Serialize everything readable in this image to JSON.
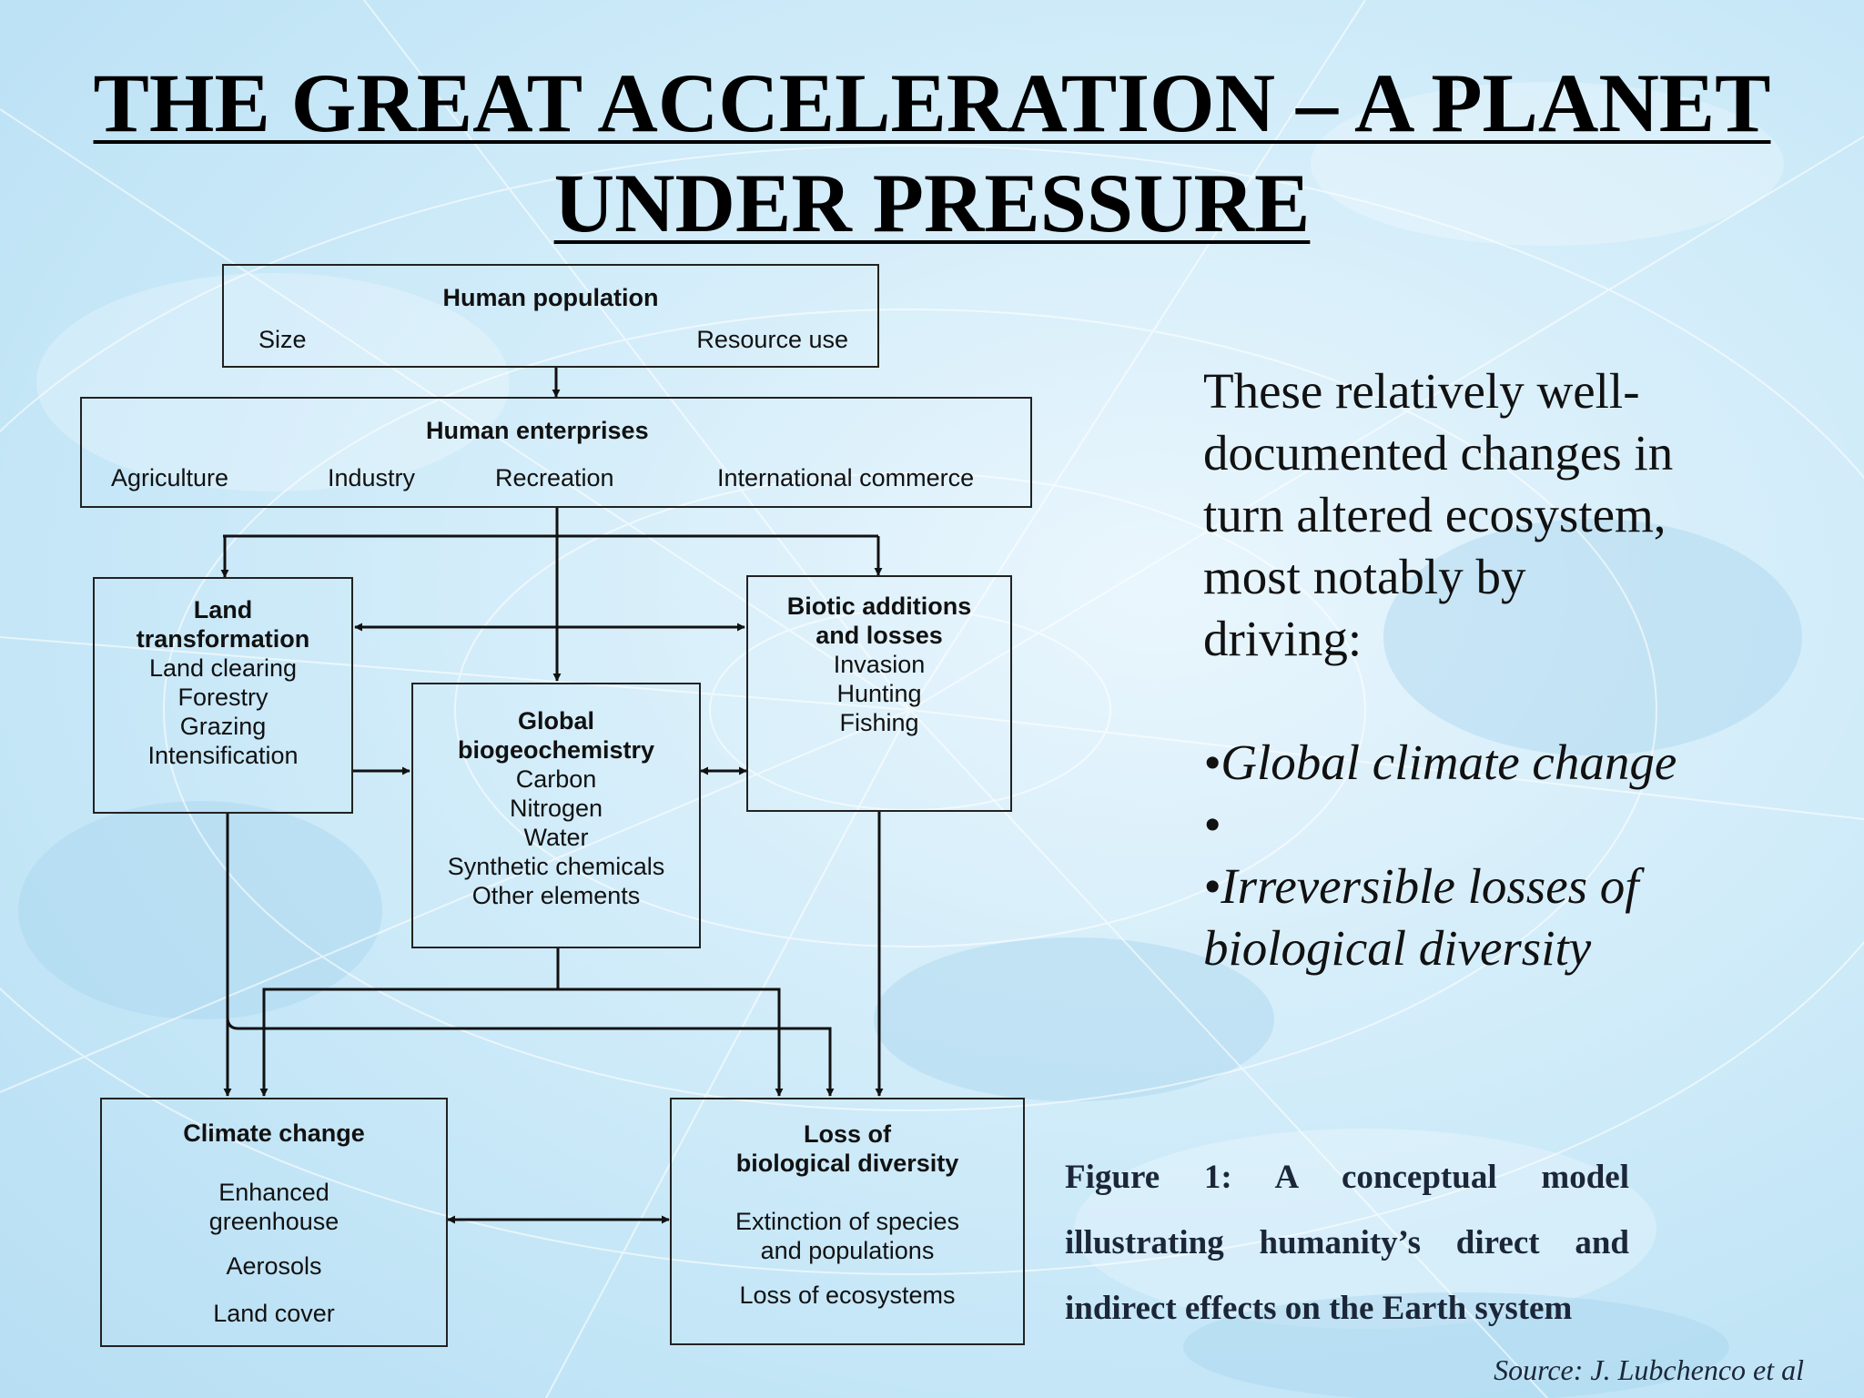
{
  "title": {
    "line1": "THE GREAT ACCELERATION – A PLANET",
    "line2": "UNDER PRESSURE"
  },
  "diagram": {
    "human_population": {
      "heading": "Human population",
      "items": [
        "Size",
        "Resource use"
      ]
    },
    "human_enterprises": {
      "heading": "Human enterprises",
      "items": [
        "Agriculture",
        "Industry",
        "Recreation",
        "International commerce"
      ]
    },
    "land_transformation": {
      "heading": [
        "Land",
        "transformation"
      ],
      "items": [
        "Land clearing",
        "Forestry",
        "Grazing",
        "Intensification"
      ]
    },
    "biotic": {
      "heading": [
        "Biotic additions",
        "and losses"
      ],
      "items": [
        "Invasion",
        "Hunting",
        "Fishing"
      ]
    },
    "global_biogeochemistry": {
      "heading": [
        "Global",
        "biogeochemistry"
      ],
      "items": [
        "Carbon",
        "Nitrogen",
        "Water",
        "Synthetic chemicals",
        "Other elements"
      ]
    },
    "climate_change": {
      "heading": "Climate change",
      "items": [
        "Enhanced",
        "greenhouse",
        "Aerosols",
        "Land cover"
      ]
    },
    "biodiversity_loss": {
      "heading": [
        "Loss of",
        "biological diversity"
      ],
      "items": [
        "Extinction of species",
        "and populations",
        "Loss of ecosystems"
      ]
    }
  },
  "side_text": {
    "intro": [
      "These relatively well-",
      "documented changes in",
      "turn altered ecosystem,",
      "most notably by",
      "driving:"
    ],
    "bullets": [
      "•Global climate change",
      "•",
      "•Irreversible losses of",
      "biological diversity"
    ]
  },
  "caption": "Figure 1: A conceptual model illustrating humanity’s direct and indirect effects on the Earth system",
  "source": "Source: J. Lubchenco et al"
}
